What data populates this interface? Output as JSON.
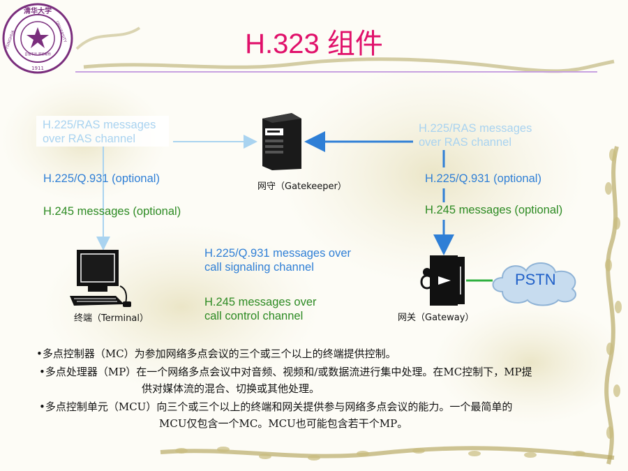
{
  "title": "H.323 组件",
  "logo": {
    "ring_text_top": "清华大学",
    "ring_text_left": "TSINGHUA",
    "ring_text_right": "UNIVERSITY",
    "year": "1911",
    "inner_text": "自强不息 厚德载物"
  },
  "diagram": {
    "left_ras": [
      "H.225/RAS messages",
      "over RAS channel"
    ],
    "right_ras": [
      "H.225/RAS messages",
      "over RAS channel"
    ],
    "left_q931": "H.225/Q.931 (optional)",
    "right_q931": "H.225/Q.931 (optional)",
    "left_h245": "H.245 messages (optional)",
    "right_h245": "H.245 messages (optional)",
    "center_q931": [
      "H.225/Q.931 messages over",
      "call signaling channel"
    ],
    "center_h245": [
      "H.245 messages over",
      "call control channel"
    ],
    "gatekeeper_caption": "网守（Gatekeeper）",
    "terminal_caption": "终端（Terminal）",
    "gateway_caption": "网关（Gateway）",
    "pstn": "PSTN",
    "colors": {
      "pale": "#a9d3f0",
      "blue": "#2f7fd6",
      "green": "#2c8a22",
      "title": "#e0106a"
    }
  },
  "bullets": [
    {
      "lines": [
        "•多点控制器（MC）为参加网络多点会议的三个或三个以上的终端提供控制。"
      ]
    },
    {
      "lines": [
        "•多点处理器（MP）在一个网络多点会议中对音频、视频和/或数据流进行集中处理。在MC控制下，MP提",
        "供对媒体流的混合、切换或其他处理。"
      ]
    },
    {
      "lines": [
        "•多点控制单元（MCU）向三个或三个以上的终端和网关提供参与网络多点会议的能力。一个最简单的",
        "MCU仅包含一个MC。MCU也可能包含若干个MP。"
      ]
    }
  ]
}
